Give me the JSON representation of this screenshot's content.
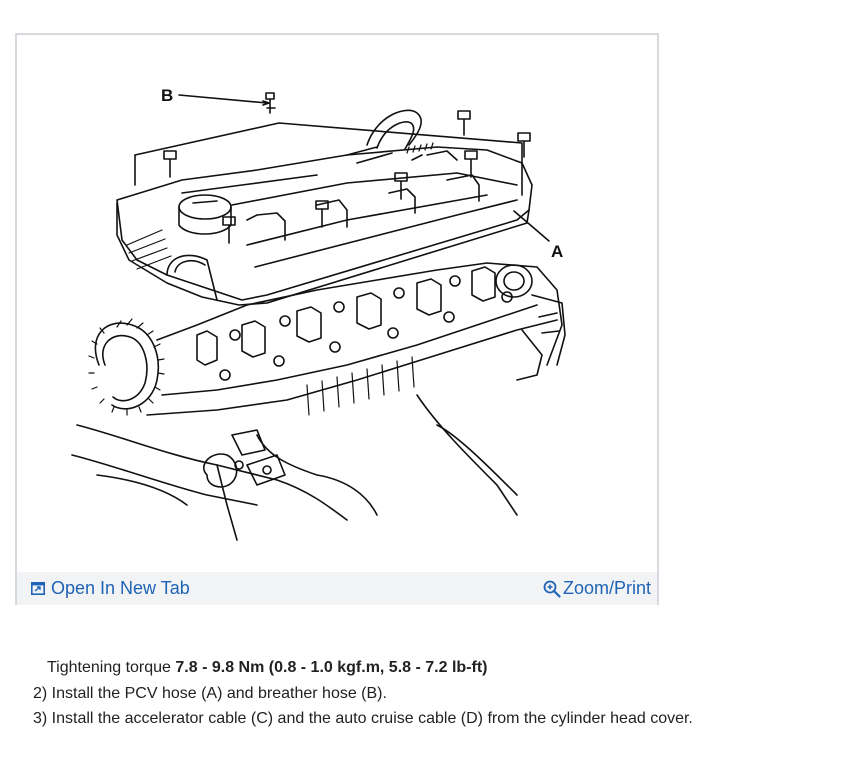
{
  "figure": {
    "callouts": {
      "a": "A",
      "b": "B"
    },
    "toolbar": {
      "open_label": "Open In New Tab",
      "open_icon": "open-new-tab-icon",
      "zoom_label": "Zoom/Print",
      "zoom_icon": "zoom-in-icon"
    }
  },
  "instructions": {
    "torque_prefix": "Tightening torque ",
    "torque_value": "7.8 - 9.8 Nm (0.8 - 1.0 kgf.m, 5.8 - 7.2 lb-ft)",
    "step_2": "2) Install the PCV hose (A) and breather hose (B).",
    "step_3": "3) Install the accelerator cable (C) and the auto cruise cable (D) from the cylinder head cover."
  },
  "colors": {
    "link": "#1f63b6",
    "toolbar_bg": "#f1f3f5",
    "card_border": "#d6d9dd"
  }
}
